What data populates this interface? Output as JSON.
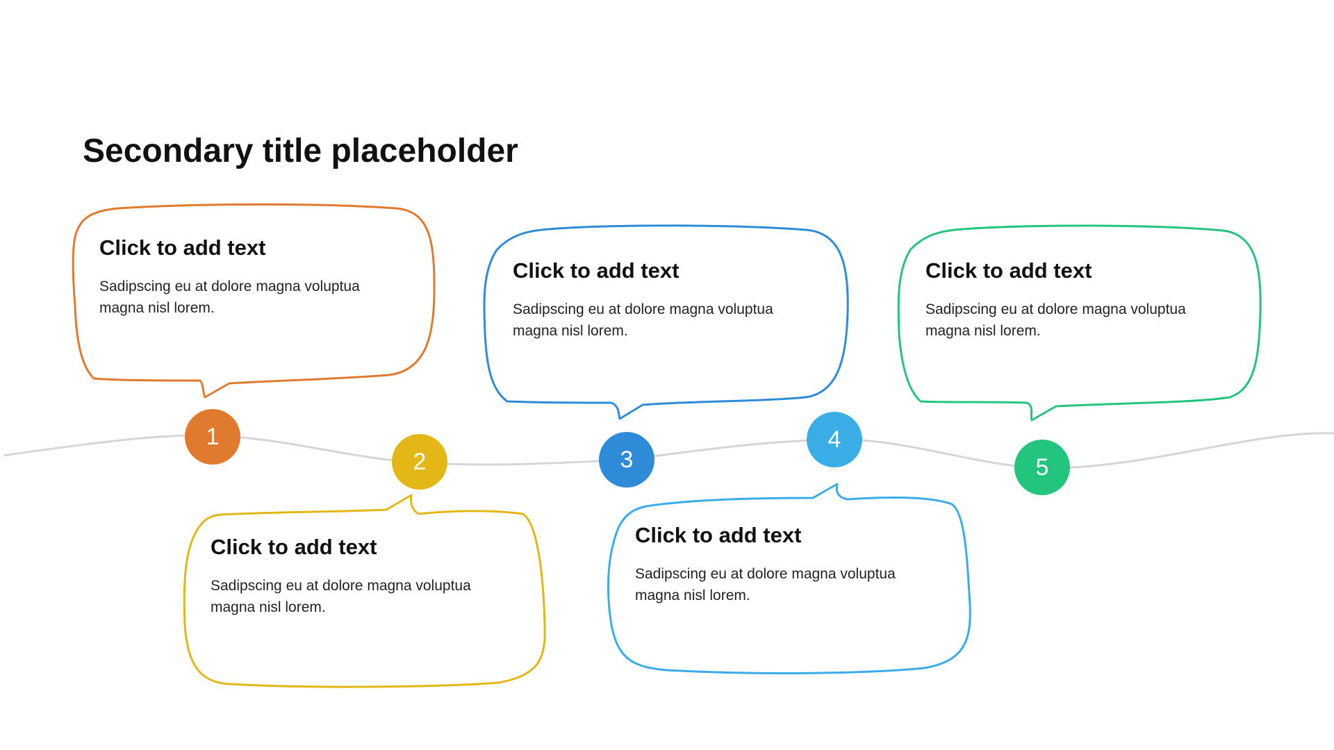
{
  "title": "Secondary title placeholder",
  "colors": {
    "connector": "#d6d6d6",
    "text": "#111111"
  },
  "steps": [
    {
      "number": "1",
      "color": "#e07a2e",
      "heading": "Click to add text",
      "body": "Sadipscing eu at dolore magna voluptua magna nisl lorem."
    },
    {
      "number": "2",
      "color": "#e2b716",
      "heading": "Click to add text",
      "body": "Sadipscing eu at dolore magna voluptua magna nisl lorem."
    },
    {
      "number": "3",
      "color": "#2e8bd8",
      "heading": "Click to add text",
      "body": "Sadipscing eu at dolore magna voluptua magna nisl lorem."
    },
    {
      "number": "4",
      "color": "#3aade6",
      "heading": "Click to add text",
      "body": "Sadipscing eu at dolore magna voluptua magna nisl lorem."
    },
    {
      "number": "5",
      "color": "#23c47e",
      "heading": "Click to add text",
      "body": "Sadipscing eu at dolore magna voluptua magna nisl lorem."
    }
  ]
}
